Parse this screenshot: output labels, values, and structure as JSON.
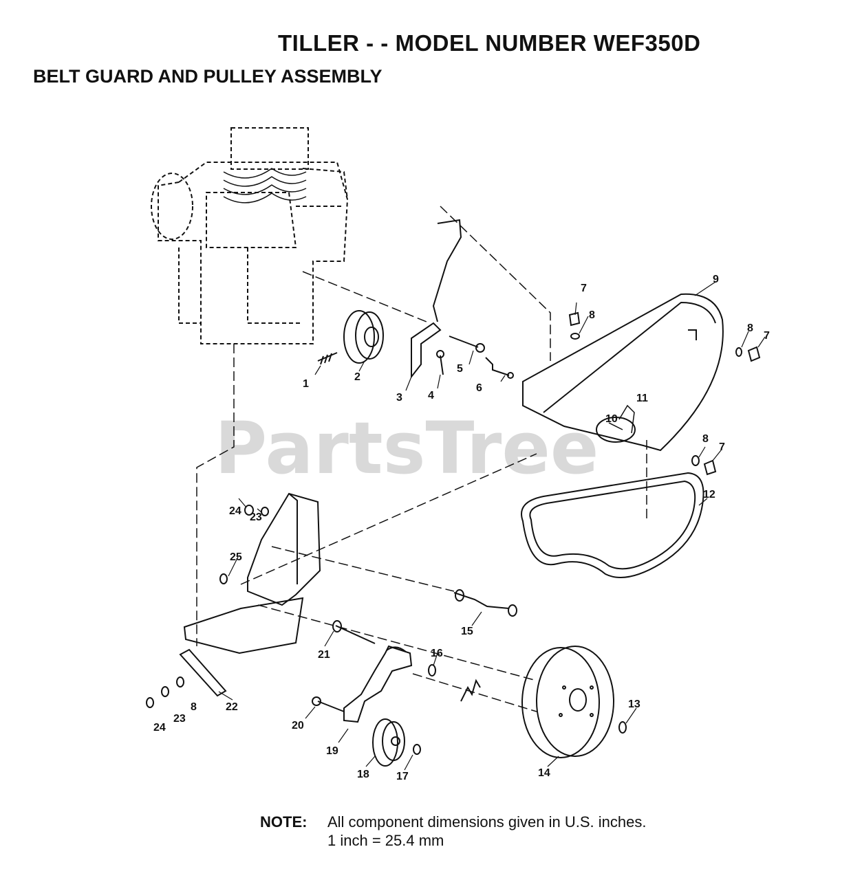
{
  "header": {
    "title": "TILLER - - MODEL NUMBER WEF350D",
    "subtitle": "BELT GUARD AND PULLEY ASSEMBLY"
  },
  "watermark": {
    "text": "PartsTree"
  },
  "parts": {
    "p1": "1",
    "p2": "2",
    "p3": "3",
    "p4": "4",
    "p5": "5",
    "p6": "6",
    "p7a": "7",
    "p7b": "7",
    "p7c": "7",
    "p8a": "8",
    "p8b": "8",
    "p8c": "8",
    "p8d": "8",
    "p9": "9",
    "p10": "10",
    "p11": "11",
    "p12": "12",
    "p13": "13",
    "p14": "14",
    "p15": "15",
    "p16": "16",
    "p17": "17",
    "p18": "18",
    "p19": "19",
    "p20": "20",
    "p21": "21",
    "p22": "22",
    "p23a": "23",
    "p23b": "23",
    "p24a": "24",
    "p24b": "24",
    "p25": "25"
  },
  "note": {
    "label": "NOTE:",
    "line1": "All component dimensions given in U.S. inches.",
    "line2": "1 inch = 25.4 mm"
  },
  "colors": {
    "ink": "#111111",
    "watermark": "#d9d9d9",
    "background": "#ffffff"
  }
}
